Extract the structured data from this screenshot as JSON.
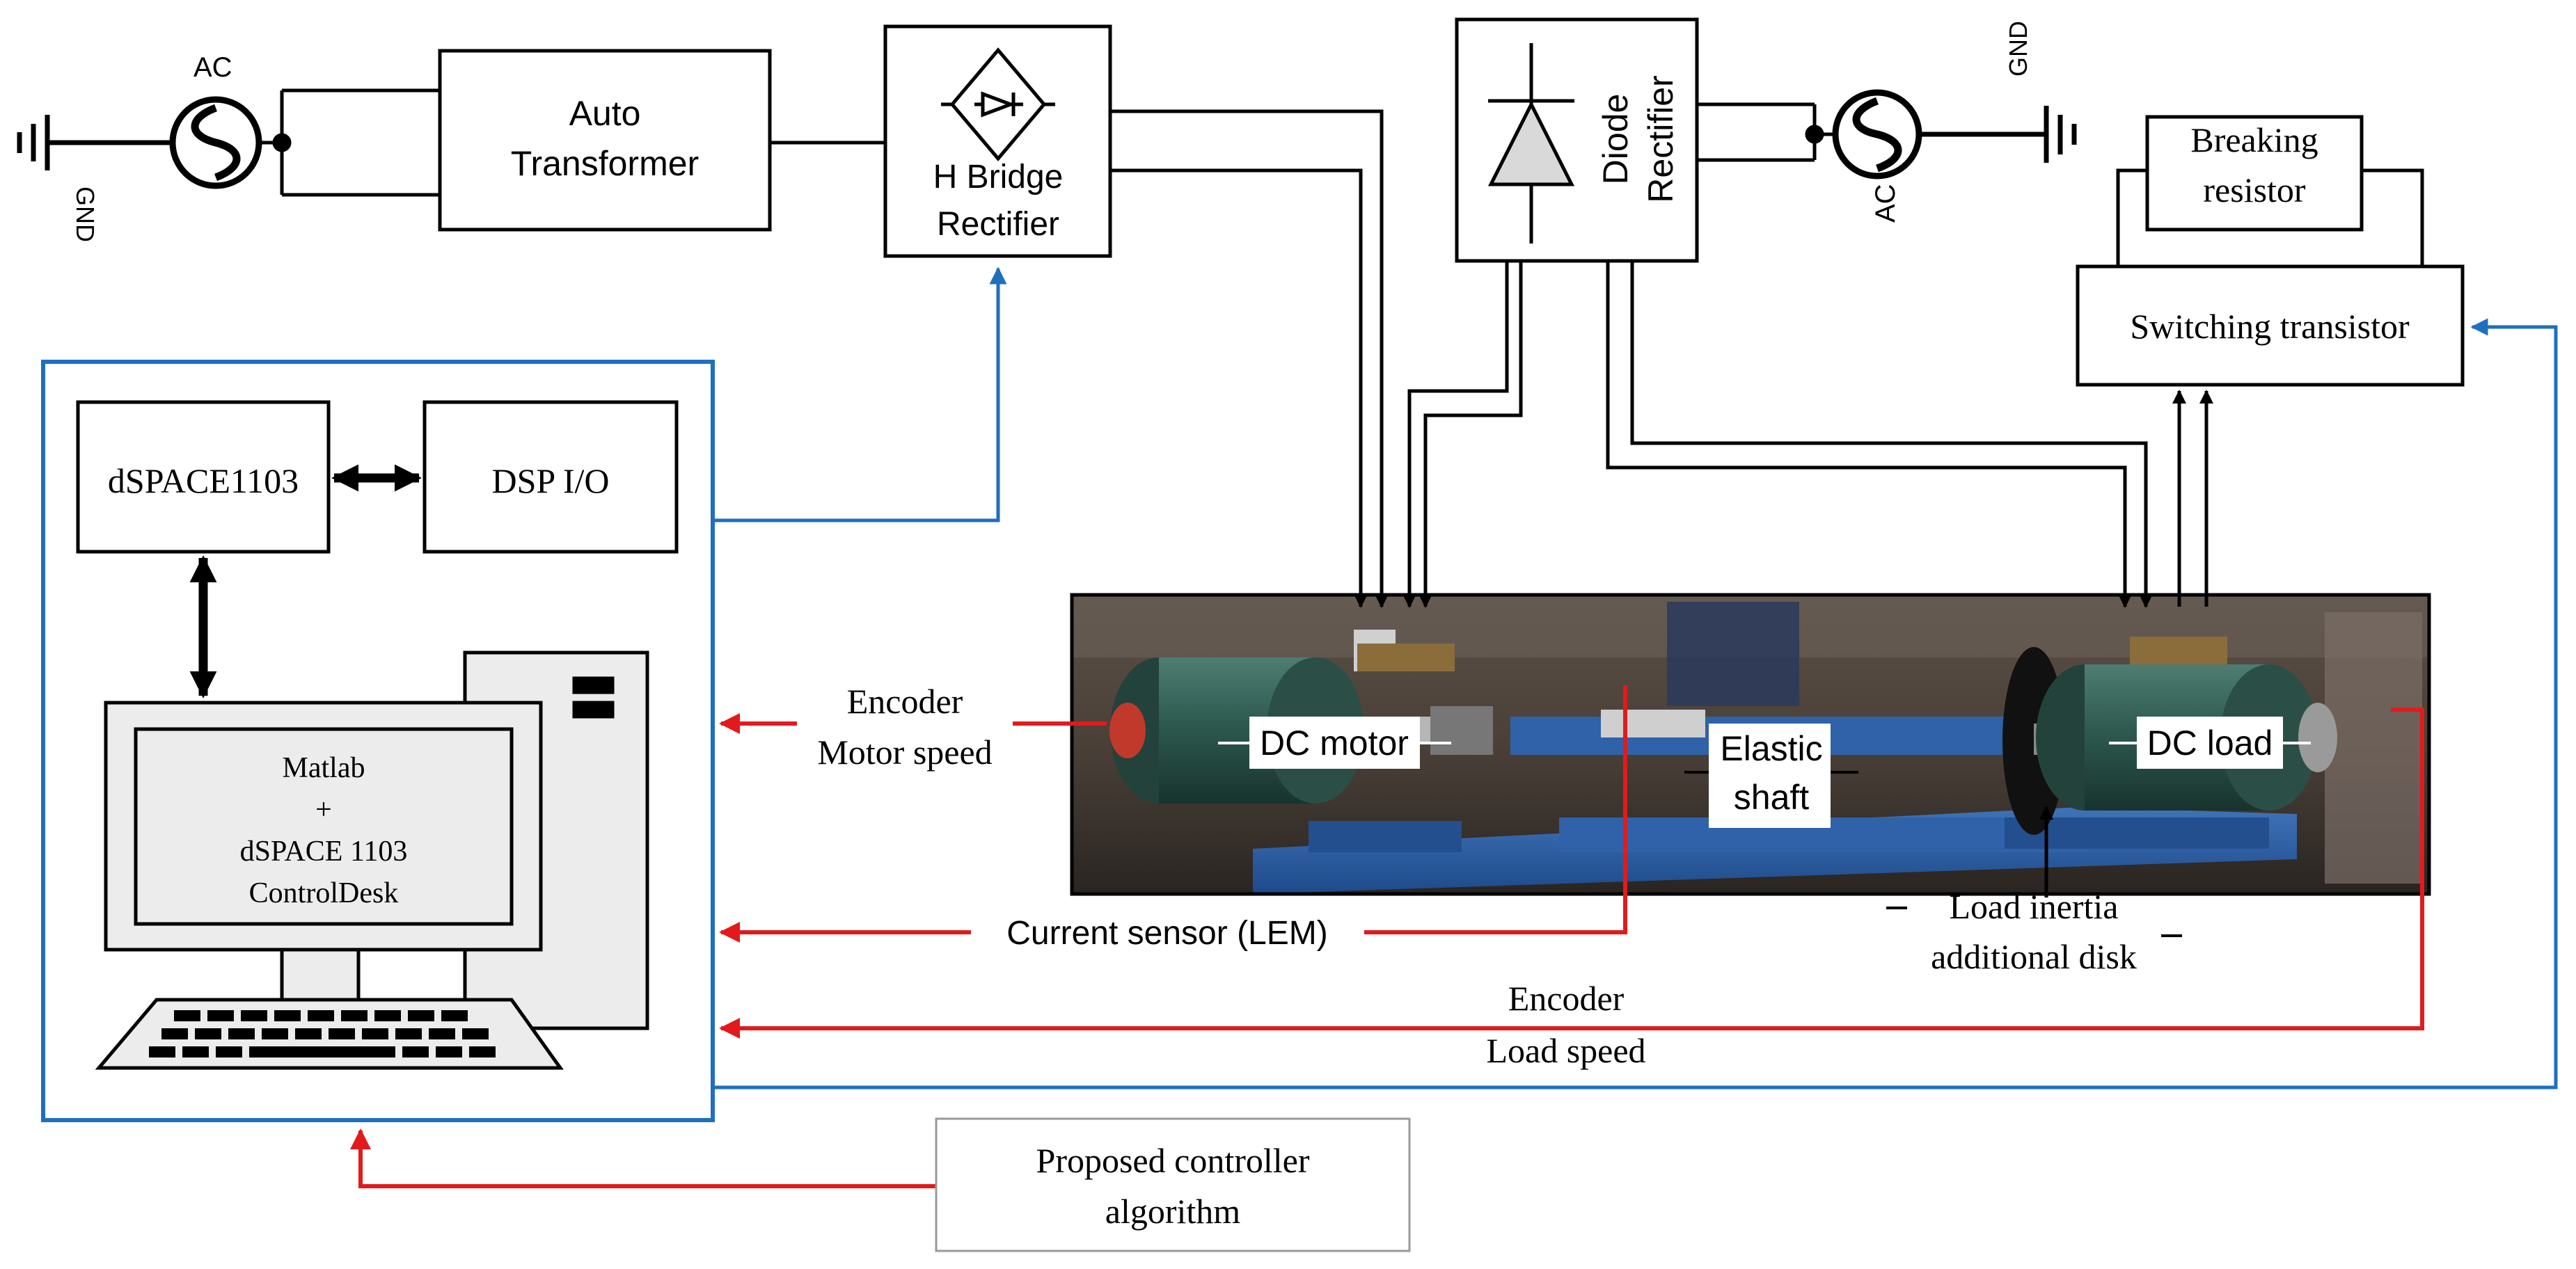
{
  "labels": {
    "ac_left": "AC",
    "gnd_left": "GND",
    "auto_transformer_line1": "Auto",
    "auto_transformer_line2": "Transformer",
    "hbridge_line1": "H Bridge",
    "hbridge_line2": "Rectifier",
    "diode_line1": "Diode",
    "diode_line2": "Rectifier",
    "ac_right": "AC",
    "gnd_right": "GND",
    "breaking_line1": "Breaking",
    "breaking_line2": "resistor",
    "switching_transistor": "Switching transistor",
    "dspace": "dSPACE1103",
    "dsp_io": "DSP I/O",
    "monitor_line1": "Matlab",
    "monitor_line2": "+",
    "monitor_line3": "dSPACE 1103",
    "monitor_line4": "ControlDesk",
    "encoder_motor_line1": "Encoder",
    "encoder_motor_line2": "Motor speed",
    "dc_motor": "DC motor",
    "elastic_line1": "Elastic",
    "elastic_line2": "shaft",
    "dc_load": "DC load",
    "current_sensor": "Current sensor (LEM)",
    "load_inertia_line1": "Load inertia",
    "load_inertia_line2": "additional disk",
    "encoder_load_line1": "Encoder",
    "encoder_load_line2": "Load speed",
    "controller_line1": "Proposed controller",
    "controller_line2": "algorithm"
  },
  "colors": {
    "line": "#000000",
    "control_line": "#1f6fbf",
    "feedback_line": "#e31a1c",
    "computer_fill": "#ececec",
    "controller_border": "#9a9a9a"
  }
}
